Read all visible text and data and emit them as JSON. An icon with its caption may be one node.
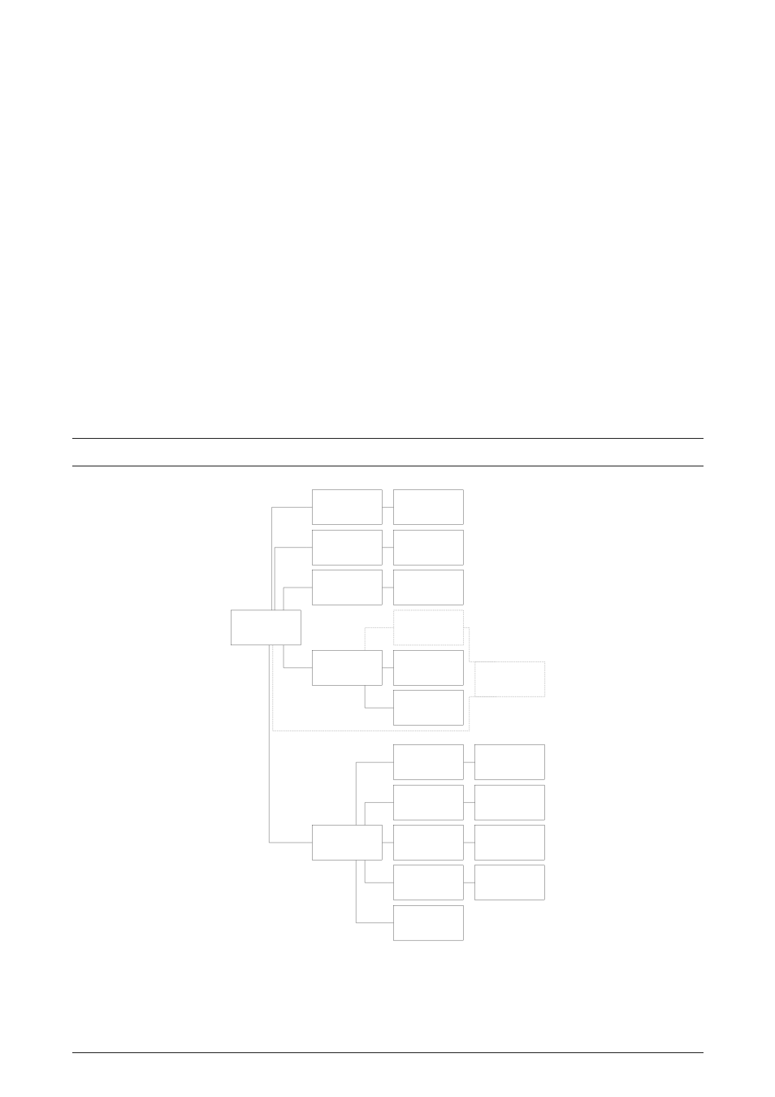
{
  "diagram": {
    "nodes": [
      {
        "text": [],
        "shape": "box"
      },
      {
        "text": [],
        "shape": "box"
      },
      {
        "text": [],
        "shape": "box"
      },
      {
        "text": [],
        "shape": "box"
      },
      {
        "text": [],
        "shape": "box"
      },
      {
        "text": [],
        "shape": "box"
      },
      {
        "text": [],
        "shape": "box"
      },
      {
        "text": [],
        "shape": "box"
      },
      {
        "text": [],
        "shape": "box"
      },
      {
        "text": [],
        "shape": "box"
      },
      {
        "text": [],
        "shape": "box"
      },
      {
        "text": [],
        "shape": "box"
      },
      {
        "text": [],
        "shape": "box"
      },
      {
        "text": [],
        "shape": "box"
      },
      {
        "text": [],
        "shape": "box"
      },
      {
        "text": [],
        "shape": "box"
      },
      {
        "text": [],
        "shape": "box"
      },
      {
        "text": [],
        "shape": "box"
      },
      {
        "text": [],
        "shape": "box"
      },
      {
        "text": [],
        "shape": "box"
      },
      {
        "text": [],
        "shape": "box"
      },
      {
        "text": [],
        "shape": "box"
      }
    ],
    "edges": [
      {
        "from": 0,
        "to": 1,
        "arrow": "none"
      },
      {
        "from": 0,
        "to": 2,
        "arrow": "none"
      },
      {
        "from": 0,
        "to": 3,
        "arrow": "none"
      },
      {
        "from": 0,
        "to": 4,
        "arrow": "none"
      },
      {
        "from": 4,
        "to": 5,
        "arrow": "none",
        "style": "dashed"
      },
      {
        "from": 5,
        "to": 6,
        "arrow": "none",
        "style": "dashed"
      },
      {
        "from": 0,
        "to": 6,
        "arrow": "none",
        "style": "dashed"
      },
      {
        "from": 0,
        "to": 7,
        "arrow": "none"
      },
      {
        "from": 1,
        "to": 8,
        "arrow": "none"
      },
      {
        "from": 2,
        "to": 9,
        "arrow": "none"
      },
      {
        "from": 3,
        "to": 10,
        "arrow": "none"
      },
      {
        "from": 4,
        "to": 11,
        "arrow": "none"
      },
      {
        "from": 4,
        "to": 12,
        "arrow": "none"
      },
      {
        "from": 7,
        "to": 13,
        "arrow": "none"
      },
      {
        "from": 7,
        "to": 14,
        "arrow": "none"
      },
      {
        "from": 7,
        "to": 15,
        "arrow": "none"
      },
      {
        "from": 7,
        "to": 16,
        "arrow": "none"
      },
      {
        "from": 7,
        "to": 17,
        "arrow": "none"
      },
      {
        "from": 13,
        "to": 18,
        "arrow": "none"
      },
      {
        "from": 14,
        "to": 19,
        "arrow": "none"
      },
      {
        "from": 15,
        "to": 20,
        "arrow": "none"
      },
      {
        "from": 16,
        "to": 21,
        "arrow": "none"
      }
    ]
  }
}
